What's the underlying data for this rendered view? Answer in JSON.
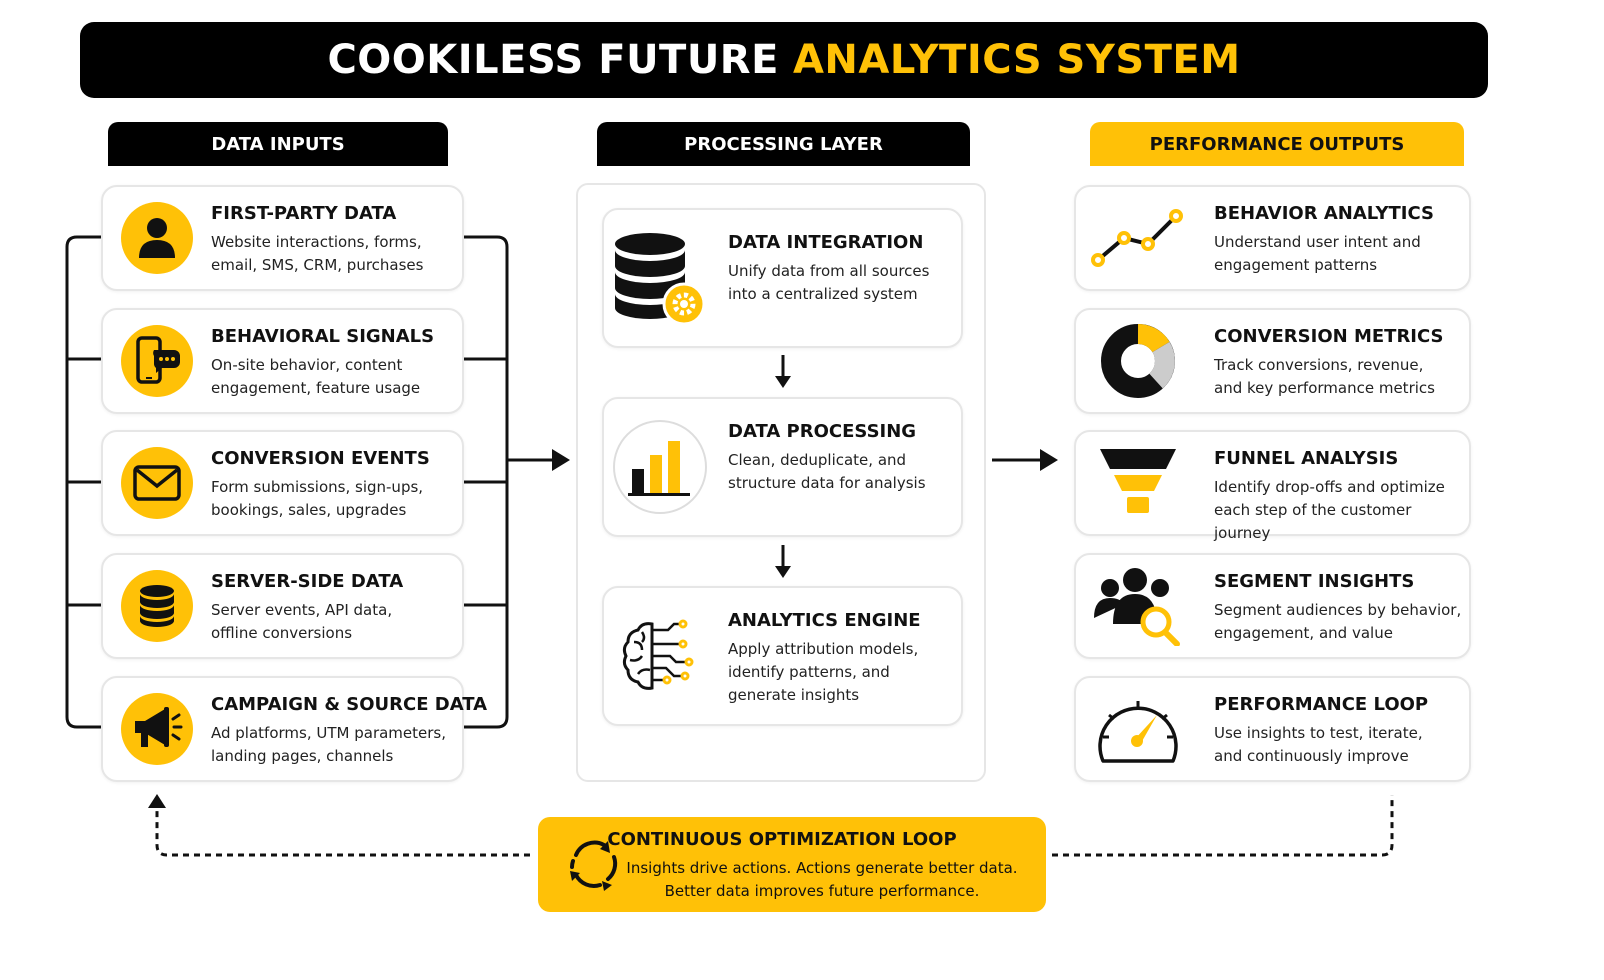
{
  "title": {
    "part1": "COOKILESS FUTURE",
    "part2": "ANALYTICS SYSTEM"
  },
  "columns": {
    "inputs": "DATA INPUTS",
    "processing": "PROCESSING LAYER",
    "outputs": "PERFORMANCE OUTPUTS"
  },
  "inputs": [
    {
      "title": "FIRST-PARTY DATA",
      "desc": [
        "Website interactions, forms,",
        "email, SMS, CRM, purchases"
      ],
      "icon": "user-icon"
    },
    {
      "title": "BEHAVIORAL SIGNALS",
      "desc": [
        "On-site behavior, content",
        "engagement, feature usage"
      ],
      "icon": "phone-chat-icon"
    },
    {
      "title": "CONVERSION EVENTS",
      "desc": [
        "Form submissions, sign-ups,",
        "bookings, sales, upgrades"
      ],
      "icon": "envelope-icon"
    },
    {
      "title": "SERVER-SIDE DATA",
      "desc": [
        "Server events, API data,",
        "offline conversions"
      ],
      "icon": "database-icon"
    },
    {
      "title": "CAMPAIGN & SOURCE DATA",
      "desc": [
        "Ad platforms, UTM parameters,",
        "landing pages, channels"
      ],
      "icon": "megaphone-icon"
    }
  ],
  "processing": [
    {
      "title": "DATA INTEGRATION",
      "desc": [
        "Unify data from all sources",
        "into a centralized system"
      ],
      "icon": "database-gear-icon"
    },
    {
      "title": "DATA PROCESSING",
      "desc": [
        "Clean, deduplicate, and",
        "structure data for analysis"
      ],
      "icon": "bar-chart-icon"
    },
    {
      "title": "ANALYTICS ENGINE",
      "desc": [
        "Apply attribution models,",
        "identify patterns, and",
        "generate insights"
      ],
      "icon": "brain-circuit-icon"
    }
  ],
  "outputs": [
    {
      "title": "BEHAVIOR ANALYTICS",
      "desc": [
        "Understand user intent and",
        "engagement patterns"
      ],
      "icon": "line-chart-icon"
    },
    {
      "title": "CONVERSION METRICS",
      "desc": [
        "Track conversions, revenue,",
        "and key performance metrics"
      ],
      "icon": "donut-chart-icon"
    },
    {
      "title": "FUNNEL ANALYSIS",
      "desc": [
        "Identify drop-offs and optimize",
        "each step of the customer journey"
      ],
      "icon": "funnel-icon"
    },
    {
      "title": "SEGMENT INSIGHTS",
      "desc": [
        "Segment audiences by behavior,",
        "engagement, and value"
      ],
      "icon": "users-search-icon"
    },
    {
      "title": "PERFORMANCE LOOP",
      "desc": [
        "Use insights to test, iterate,",
        "and continuously improve"
      ],
      "icon": "gauge-icon"
    }
  ],
  "loop": {
    "title": "CONTINUOUS OPTIMIZATION LOOP",
    "desc": [
      "Insights drive actions. Actions generate better data.",
      "Better data improves future performance."
    ]
  },
  "colors": {
    "accent": "#FFC107",
    "dark": "#000000"
  }
}
